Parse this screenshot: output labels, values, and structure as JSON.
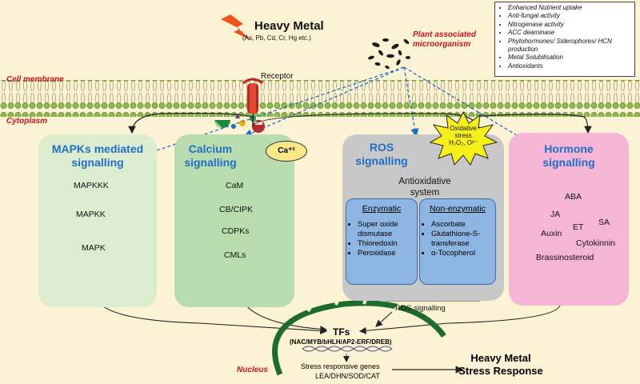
{
  "heavy_metal": {
    "title": "Heavy Metal",
    "examples": "(As, Pb, Cd, Cr, Hg etc.)"
  },
  "receptor_label": "Receptor",
  "cell_membrane_label": "Cell membrane",
  "cytoplasm_label": "Cytoplasm",
  "nucleus_label": "Nucleus",
  "microorganism_label": "Plant associated microorganism",
  "microbe_traits": [
    "Enhanced Nutrient uptake",
    "Anti-fungal activity",
    "Nitrogenase activity",
    "ACC deaminase",
    "Phytohormones/ Siderophores/ HCN production",
    "Metal Solubilisation",
    "Antioxidants"
  ],
  "mapk": {
    "title": "MAPKs mediated signalling",
    "items": [
      "MAPKKK",
      "MAPKK",
      "MAPK"
    ]
  },
  "calcium": {
    "title": "Calcium signalling",
    "ion": "Ca⁺²",
    "items": [
      "CaM",
      "CB/CIPK",
      "CDPKs",
      "CMLs"
    ]
  },
  "ros": {
    "title": "ROS signalling",
    "oxidative_stress": [
      "Oxidative",
      "stress",
      "H₂O₂, O²⁻"
    ],
    "antioxidative": "Antioxidative system",
    "enzymatic": {
      "title": "Enzymatic",
      "items": [
        "Super oxide dismutase",
        "Thioredoxin",
        "Peroxidase"
      ]
    },
    "non_enzymatic": {
      "title": "Non-enzymatic",
      "items": [
        "Ascorbate",
        "Glutathione-S-transferase",
        "α-Tocopherol"
      ]
    },
    "footer": "ROS signalling"
  },
  "hormone": {
    "title": "Hormone signalling",
    "items": [
      "ABA",
      "JA",
      "ET",
      "SA",
      "Auxin",
      "Cytokinnin",
      "Brassinosteroid"
    ]
  },
  "nucleus": {
    "tfs": "TFs",
    "tf_families": "(NAC/MYB/bHLH/AP2-ERF/DREB)",
    "genes_title": "Stress responsive genes",
    "genes": "LEA/DHN/SOD/CAT"
  },
  "response": {
    "line1": "Heavy Metal",
    "line2": "Stress Response"
  },
  "colors": {
    "background": "#fbf3d3",
    "mapk_box": "#dceccf",
    "calcium_box": "#b9dcae",
    "ros_box": "#c8c8c8",
    "enzyme_box": "#8db5e2",
    "hormone_box": "#f5b6d6",
    "title_blue": "#1f6fc6",
    "accent_red": "#c8161d",
    "membrane_green": "#7aa640",
    "nucleus_green": "#1e6b2e"
  }
}
